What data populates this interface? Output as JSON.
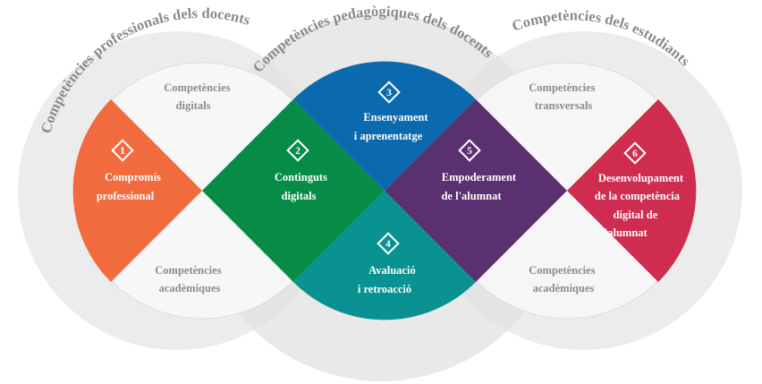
{
  "circles": [
    {
      "title": "Competències professionals dels docents",
      "color": "#e9e9e9"
    },
    {
      "title": "Competències pedagògiques dels docents",
      "color": "#e4e4e4"
    },
    {
      "title": "Competències dels estudiants",
      "color": "#e9e9e9"
    }
  ],
  "inner_labels": [
    {
      "lines": [
        "Competències",
        "digitals"
      ]
    },
    {
      "lines": [
        "Competències",
        "acadèmiques"
      ]
    },
    {
      "lines": [
        "Competències",
        "transversals"
      ]
    },
    {
      "lines": [
        "Competències",
        "acadèmiques"
      ]
    }
  ],
  "areas": [
    {
      "number": "1",
      "lines": [
        "Compromís",
        "professional"
      ],
      "color": "#f26b3f"
    },
    {
      "number": "2",
      "lines": [
        "Continguts",
        "digitals"
      ],
      "color": "#068c47"
    },
    {
      "number": "3",
      "lines": [
        "Ensenyament",
        "i aprenentatge"
      ],
      "color": "#0b6aad"
    },
    {
      "number": "4",
      "lines": [
        "Avaluació",
        "i retroacció"
      ],
      "color": "#0a9191"
    },
    {
      "number": "5",
      "lines": [
        "Empoderament",
        "de l'alumnat"
      ],
      "color": "#5a3071"
    },
    {
      "number": "6",
      "lines": [
        "Desenvolupament",
        "de la competència",
        "digital de",
        "l'alumnat"
      ],
      "color": "#ce2d4f"
    }
  ]
}
